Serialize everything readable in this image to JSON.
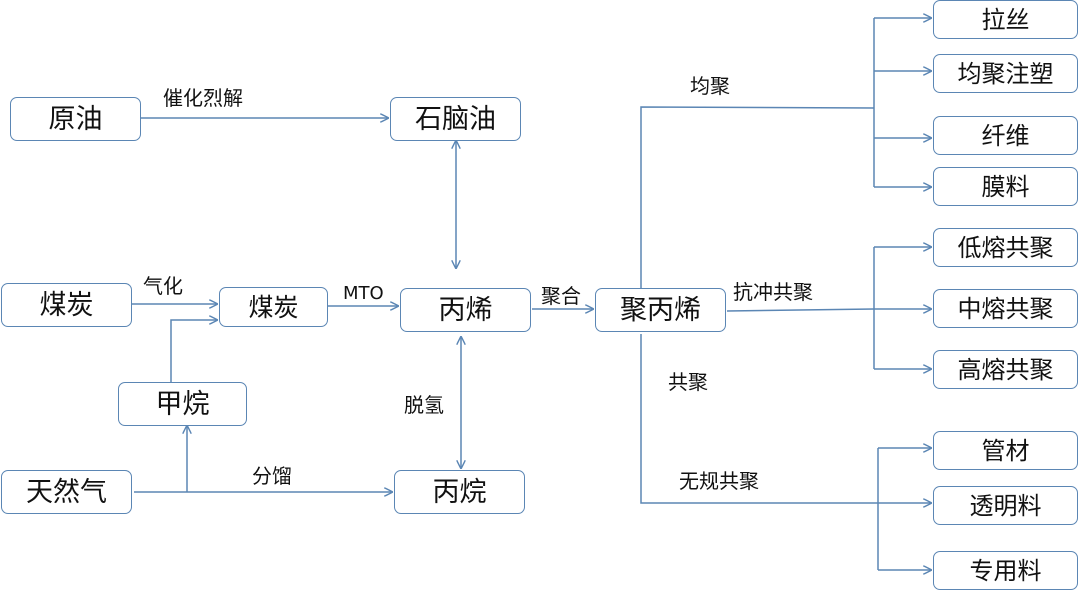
{
  "diagram": {
    "line_color": "#5b86b4",
    "box_border_color": "#5b86b4",
    "text_color": "#111111",
    "nodes": {
      "crude_oil": "原油",
      "naphtha": "石脑油",
      "coal_left": "煤炭",
      "coal_right": "煤炭",
      "methane": "甲烷",
      "natural_gas": "天然气",
      "propylene": "丙烯",
      "propane": "丙烷",
      "polypropylene": "聚丙烯",
      "drawing": "拉丝",
      "homo_injection": "均聚注塑",
      "fiber": "纤维",
      "film": "膜料",
      "low_melt": "低熔共聚",
      "mid_melt": "中熔共聚",
      "high_melt": "高熔共聚",
      "pipe": "管材",
      "transparent": "透明料",
      "special": "专用料"
    },
    "edge_labels": {
      "cracking": "催化烈解",
      "gasification": "气化",
      "mto": "MTO",
      "polymerization": "聚合",
      "dehydrogenation": "脱氢",
      "fractionation": "分馏",
      "homopolymer": "均聚",
      "impact_copolymer": "抗冲共聚",
      "copolymer": "共聚",
      "random_copolymer": "无规共聚"
    }
  }
}
